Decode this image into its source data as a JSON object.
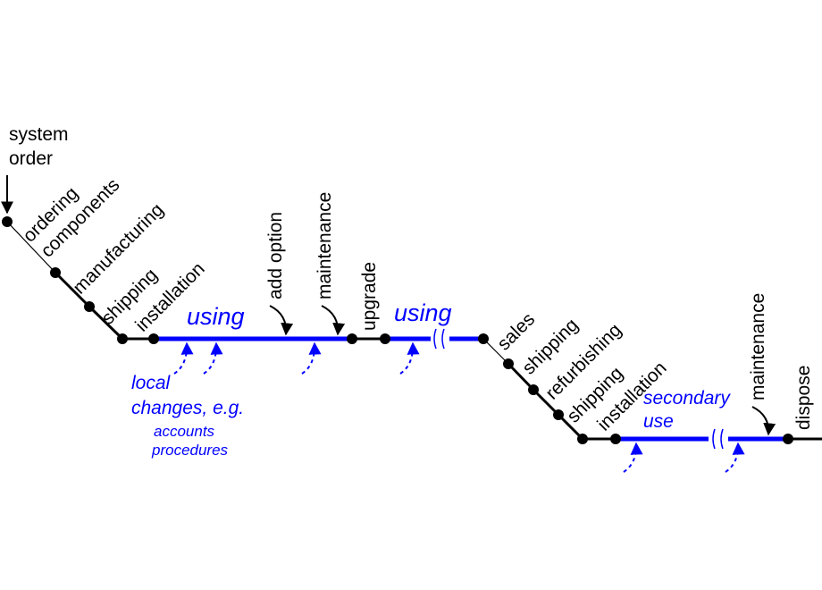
{
  "colors": {
    "line": "#000000",
    "use_phase": "#0000ff",
    "background": "#ffffff"
  },
  "start_label": {
    "line1": "system",
    "line2": "order"
  },
  "phase_labels": {
    "ordering": "ordering",
    "components": "components",
    "manufacturing": "manufacturing",
    "shipping1": "shipping",
    "installation1": "installation",
    "add_option": "add option",
    "maintenance1": "maintenance",
    "upgrade": "upgrade",
    "sales": "sales",
    "shipping2": "shipping",
    "refurbishing": "refurbishing",
    "shipping3": "shipping",
    "installation2": "installation",
    "maintenance2": "maintenance",
    "dispose": "dispose"
  },
  "use_labels": {
    "using1": "using",
    "using2": "using",
    "secondary_line1": "secondary",
    "secondary_line2": "use"
  },
  "local_changes": {
    "line1": "local",
    "line2": "changes, e.g.",
    "example1": "accounts",
    "example2": "procedures"
  }
}
